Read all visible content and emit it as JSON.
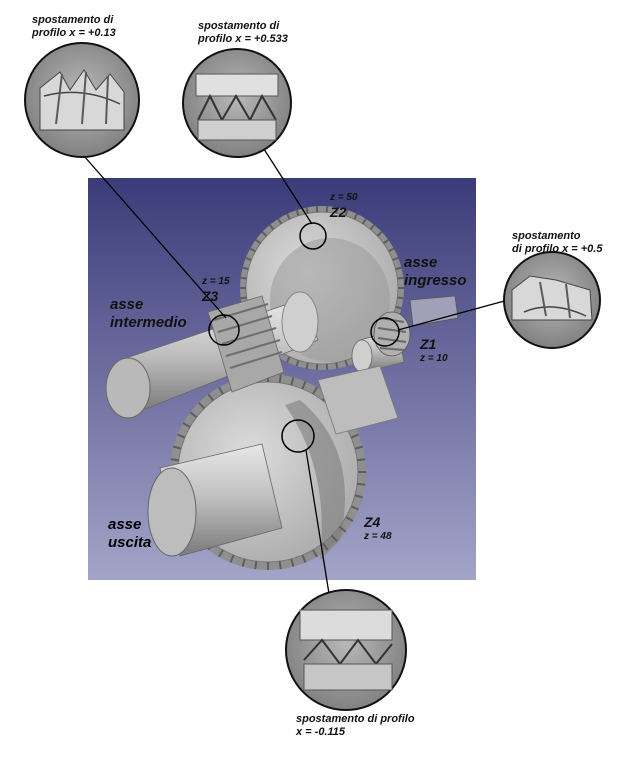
{
  "callouts": {
    "z3_shift": {
      "line1": "spostamento di",
      "line2": "profilo x = +0.13"
    },
    "z2_shift": {
      "line1": "spostamento di",
      "line2": "profilo x = +0.533"
    },
    "z1_shift": {
      "line1": "spostamento",
      "line2": "di profilo x = +0.5"
    },
    "z4_shift": {
      "line1": "spostamento di profilo",
      "line2": "x = -0.115"
    }
  },
  "gears": {
    "z1": {
      "name": "Z1",
      "teeth": "z = 10"
    },
    "z2": {
      "name": "Z2",
      "teeth": "z = 50"
    },
    "z3": {
      "name": "Z3",
      "teeth": "z = 15"
    },
    "z4": {
      "name": "Z4",
      "teeth": "z = 48"
    }
  },
  "shafts": {
    "input": {
      "line1": "asse",
      "line2": "ingresso"
    },
    "intermediate": {
      "line1": "asse",
      "line2": "intermedio"
    },
    "output": {
      "line1": "asse",
      "line2": "uscita"
    }
  },
  "colors": {
    "viewport_top": "#3b3b7a",
    "viewport_bottom": "#9fa0c4",
    "gear_fill": "#c9c9c9",
    "gear_dark": "#8a8a8a",
    "zoom_circle_bg": "#9a9a9a"
  }
}
